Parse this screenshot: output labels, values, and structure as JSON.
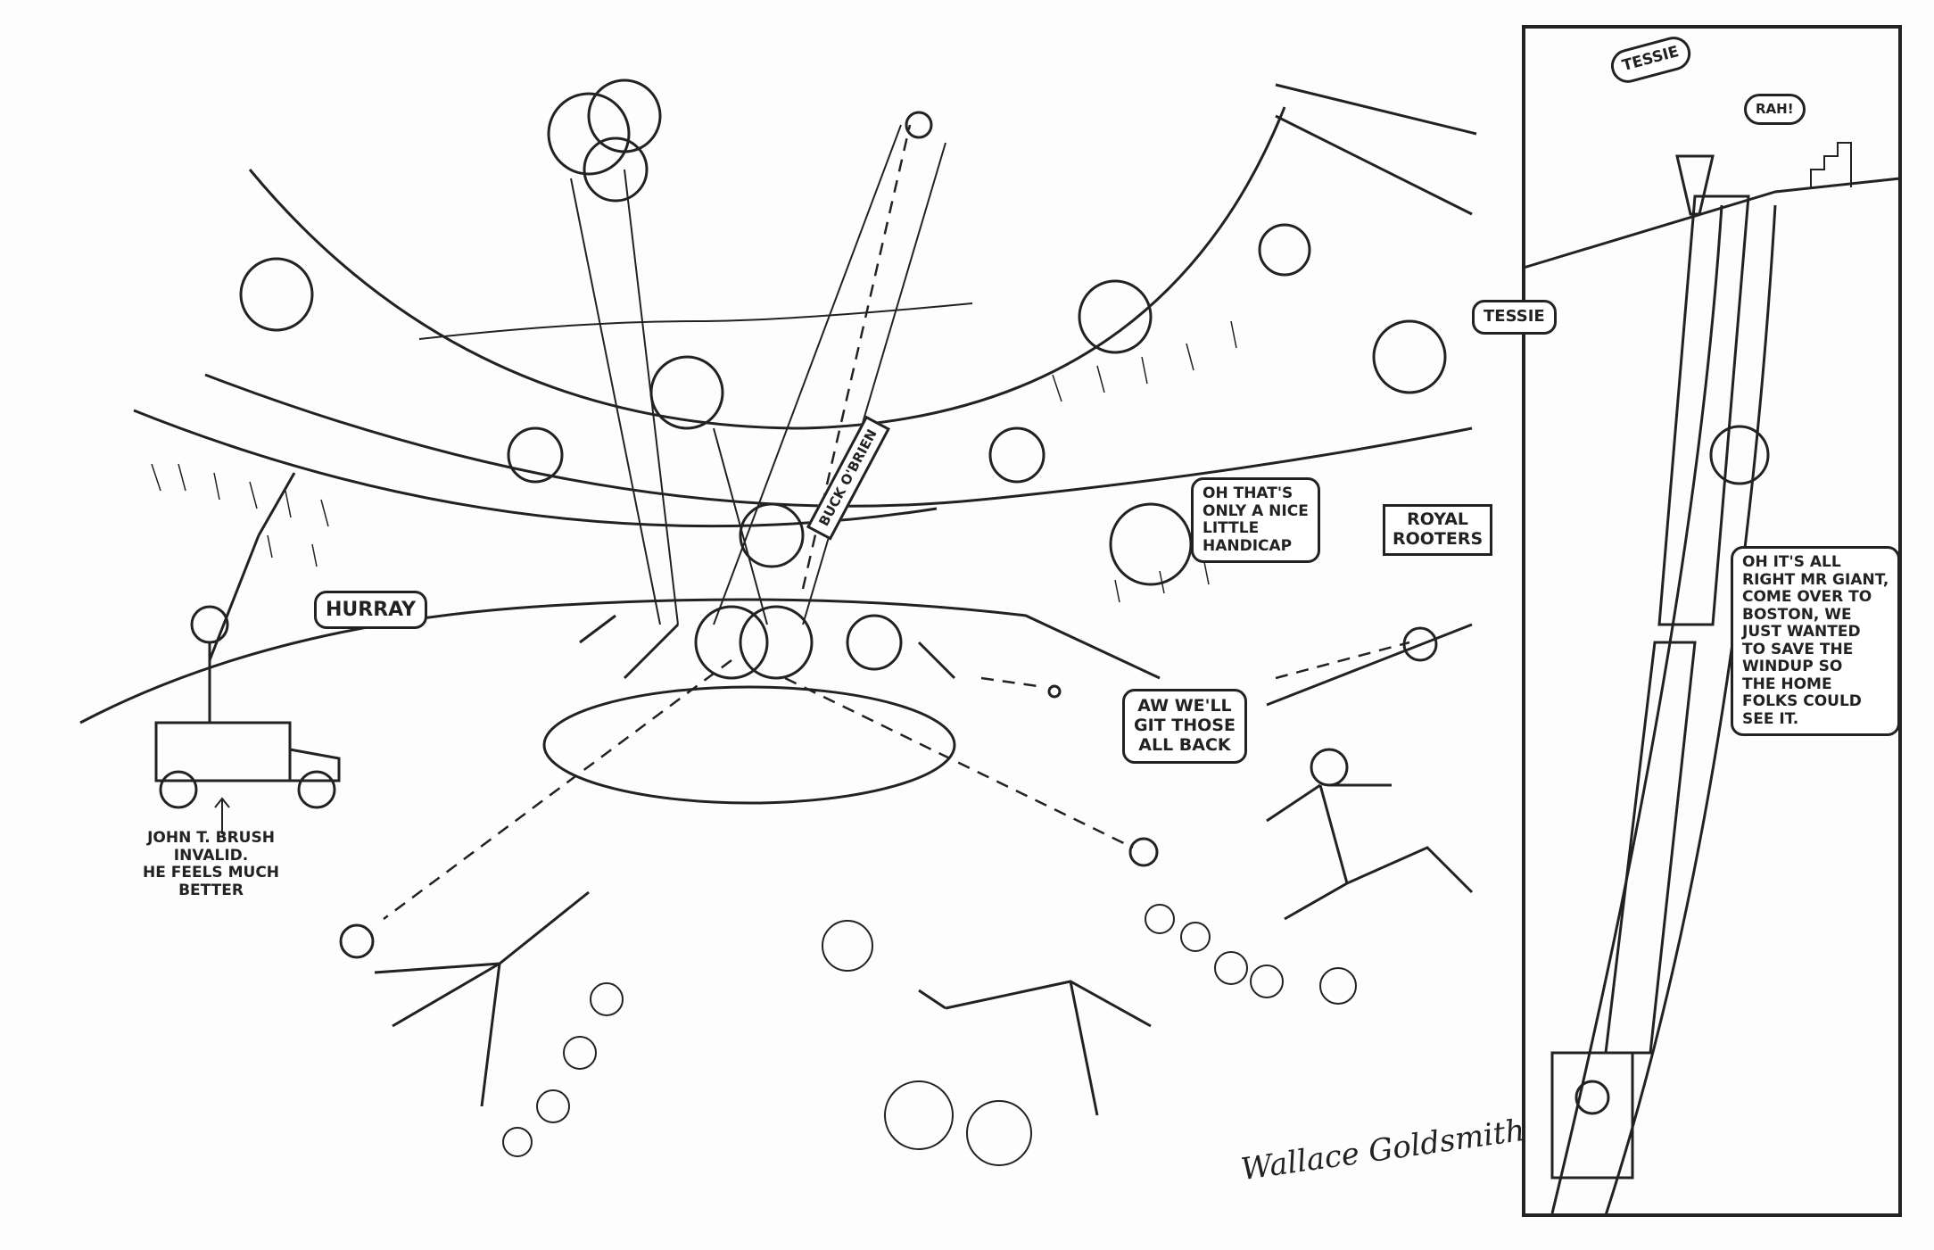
{
  "captions": {
    "hurray": "HURRAY",
    "brush_caption": "JOHN T. BRUSH\nINVALID.\nHE FEELS MUCH\nBETTER",
    "tessie_main": "TESSIE",
    "buck_obrien": "BUCK O'BRIEN",
    "handicap": "OH THAT'S\nONLY A NICE\nLITTLE\nHANDICAP",
    "royal_rooters": "ROYAL\nROOTERS",
    "git_back": "AW WE'LL\nGIT THOSE\nALL BACK",
    "tessie_panel": "TESSIE",
    "rah": "RAH!",
    "giant_speech": "OH IT'S ALL\nRIGHT MR GIANT,\nCOME OVER TO\nBOSTON, WE\nJUST WANTED\nTO SAVE THE\nWINDUP SO\nTHE HOME\nFOLKS COULD\nSEE IT.",
    "signature": "Wallace Goldsmith"
  },
  "colors": {
    "ink": "#222222",
    "paper": "#fdfdfd"
  }
}
